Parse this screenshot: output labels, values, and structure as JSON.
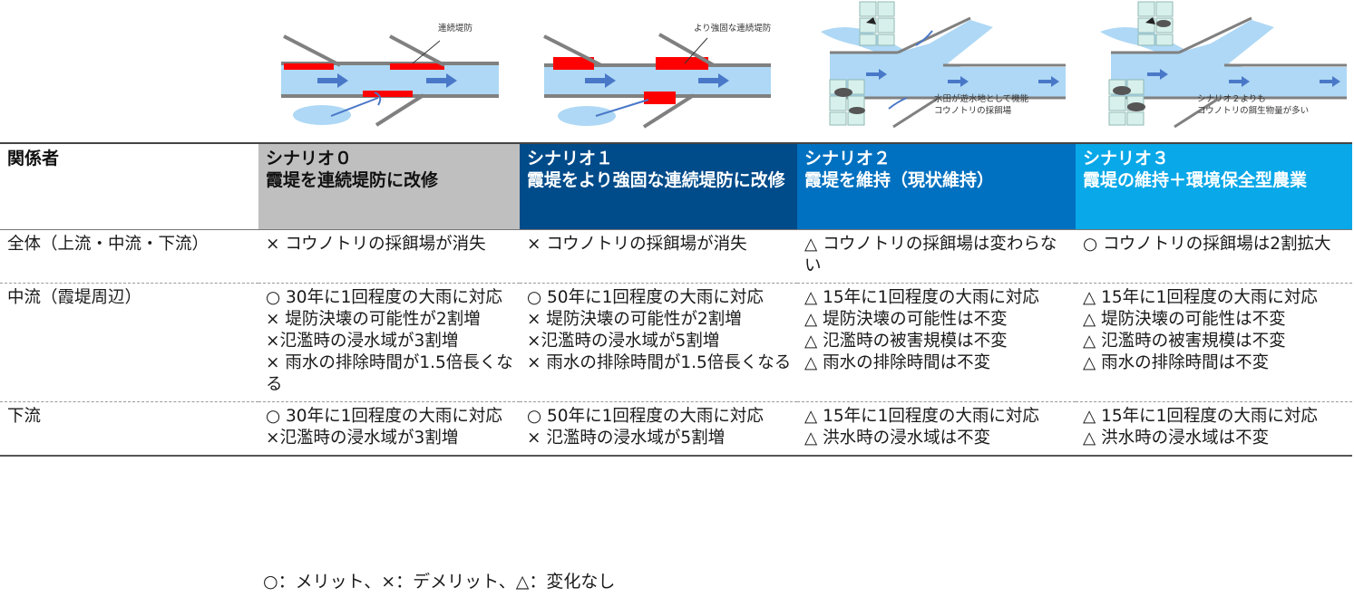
{
  "figures": {
    "fig0_caption": "連続堤防",
    "fig1_caption": "より強固な連続堤防",
    "fig2_caption_line1": "水田が遊水地として機能",
    "fig2_caption_line2": "コウノトリの採餌場",
    "fig3_caption_line1": "シナリオ２よりも",
    "fig3_caption_line2": "コウノトリの餌生物量が多い"
  },
  "colors": {
    "river": "#aed8f5",
    "levee": "#808080",
    "red": "#ff0000",
    "arrow": "#4a78c8",
    "paddy": "#d8f0ec"
  },
  "table": {
    "headers": [
      {
        "line1": "関係者",
        "line2": ""
      },
      {
        "line1": "シナリオ０",
        "line2": "霞堤を連続堤防に改修"
      },
      {
        "line1": "シナリオ１",
        "line2": "霞堤をより強固な連続堤防に改修"
      },
      {
        "line1": "シナリオ２",
        "line2": "霞堤を維持（現状維持）"
      },
      {
        "line1": "シナリオ３",
        "line2": "霞堤の維持＋環境保全型農業"
      }
    ],
    "rows": [
      {
        "stakeholder": "全体（上流・中流・下流）",
        "s0": [
          "× コウノトリの採餌場が消失"
        ],
        "s1": [
          "× コウノトリの採餌場が消失"
        ],
        "s2": [
          "△ コウノトリの採餌場は変わらない"
        ],
        "s3": [
          "○ コウノトリの採餌場は2割拡大"
        ]
      },
      {
        "stakeholder": "中流（霞堤周辺）",
        "s0": [
          "○ 30年に1回程度の大雨に対応",
          "× 堤防決壊の可能性が2割増",
          "×氾濫時の浸水域が3割増",
          "× 雨水の排除時間が1.5倍長くなる"
        ],
        "s1": [
          "○ 50年に1回程度の大雨に対応",
          "× 堤防決壊の可能性が2割増",
          "×氾濫時の浸水域が5割増",
          "× 雨水の排除時間が1.5倍長くなる"
        ],
        "s2": [
          "△ 15年に1回程度の大雨に対応",
          "△ 堤防決壊の可能性は不変",
          "△ 氾濫時の被害規模は不変",
          "△ 雨水の排除時間は不変"
        ],
        "s3": [
          "△ 15年に1回程度の大雨に対応",
          "△ 堤防決壊の可能性は不変",
          "△ 氾濫時の被害規模は不変",
          "△ 雨水の排除時間は不変"
        ]
      },
      {
        "stakeholder": "下流",
        "s0": [
          "○ 30年に1回程度の大雨に対応",
          "×氾濫時の浸水域が3割増"
        ],
        "s1": [
          "○ 50年に1回程度の大雨に対応",
          "× 氾濫時の浸水域が5割増"
        ],
        "s2": [
          "△ 15年に1回程度の大雨に対応",
          "△ 洪水時の浸水域は不変"
        ],
        "s3": [
          "△ 15年に1回程度の大雨に対応",
          "△ 洪水時の浸水域は不変"
        ]
      }
    ]
  },
  "legend": "○：メリット、×：デメリット、△：変化なし"
}
